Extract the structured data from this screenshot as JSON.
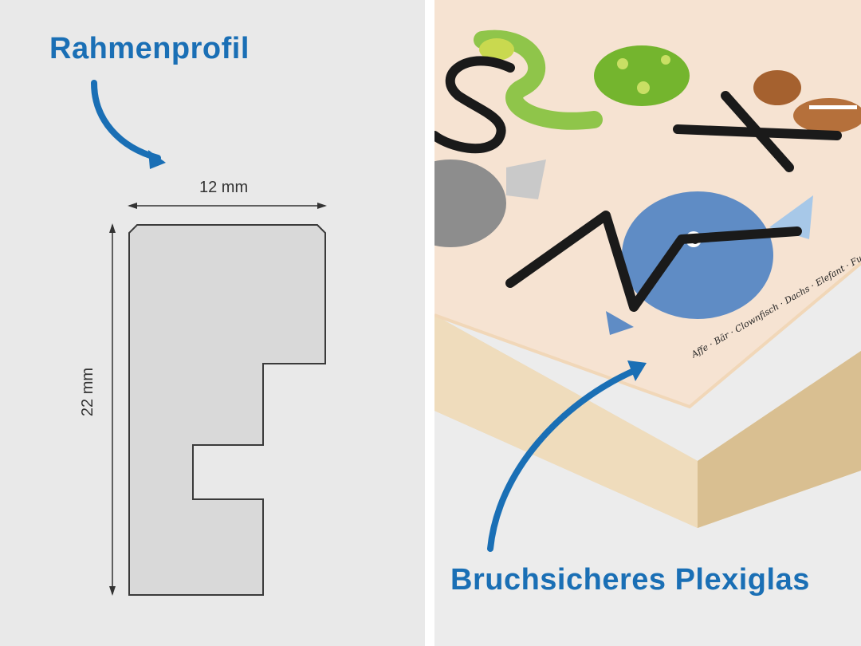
{
  "left": {
    "title": "Rahmenprofil",
    "width_label": "12 mm",
    "height_label": "22 mm"
  },
  "right": {
    "title": "Bruchsicheres Plexiglas",
    "poster_letters": [
      "S",
      "X",
      "W"
    ],
    "poster_caption": "Affe · Bär · Clownfisch · Dachs · Elefant · Fuchs"
  },
  "colors": {
    "accent": "#1a6fb5",
    "profile_fill": "#d9d9d9",
    "profile_stroke": "#3a3a3a",
    "poster_bg": "#f6e3d2",
    "frame_wood": "#e6cfa6"
  }
}
